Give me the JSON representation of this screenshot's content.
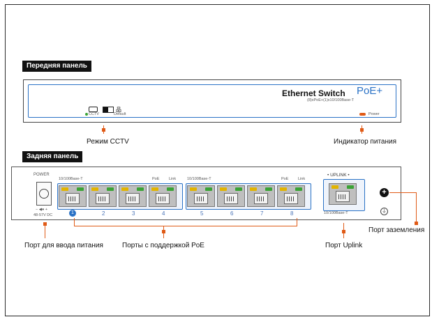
{
  "front_panel": {
    "title": "Передняя панель",
    "brand": "Ethernet Switch",
    "brand_suffix": "PoE+",
    "brand_sub": "(8)xPoE+(1)x10/100Base-T",
    "switch_cctv_label": "CCTV",
    "switch_default_label": "Default",
    "power_label": "Power",
    "caption_cctv": "Режим CCTV",
    "caption_power": "Индикатор питания"
  },
  "rear_panel": {
    "title": "Задняя панель",
    "power_title": "POWER",
    "power_polarity": "− ◀● +",
    "power_voltage": "48-57V DC",
    "group_left_speed": "10/100Base-T",
    "group_left_poe": "PoE",
    "group_left_link": "Link",
    "group_right_speed": "10/100Base-T",
    "group_right_poe": "PoE",
    "group_right_link": "Link",
    "port_numbers": [
      "1",
      "2",
      "3",
      "4",
      "5",
      "6",
      "7",
      "8"
    ],
    "uplink_title": "• UPLINK •",
    "uplink_speed": "10/100Base-T",
    "caption_power_port": "Порт для ввода питания",
    "caption_poe_ports": "Порты с поддержкой PoE",
    "caption_uplink": "Порт Uplink",
    "caption_ground": "Порт заземления"
  },
  "colors": {
    "accent_orange": "#e05a16",
    "panel_blue": "#2a72c6",
    "led_yellow": "#e2b400",
    "led_green": "#3aa336"
  }
}
